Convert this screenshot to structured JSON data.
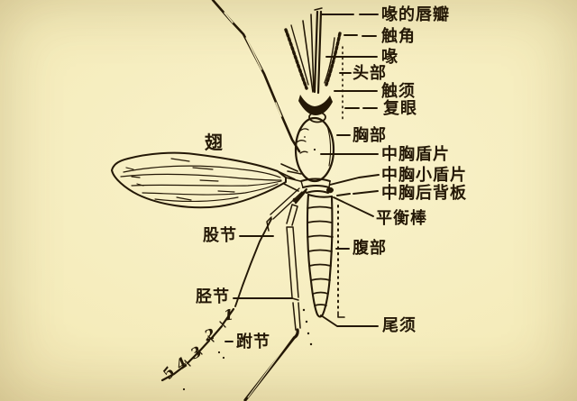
{
  "colors": {
    "paper": "#f5ecbb",
    "hi": "#f9f2cc",
    "edge": "#dfcb92",
    "ink": "#241806"
  },
  "labels": [
    {
      "id": "labella",
      "text": "喙的唇瓣"
    },
    {
      "id": "antenna",
      "text": "触角"
    },
    {
      "id": "proboscis",
      "text": "喙"
    },
    {
      "id": "head",
      "text": "头部"
    },
    {
      "id": "palpus",
      "text": "触须"
    },
    {
      "id": "compound-eye",
      "text": "复眼"
    },
    {
      "id": "thorax",
      "text": "胸部"
    },
    {
      "id": "mesoscutum",
      "text": "中胸盾片"
    },
    {
      "id": "mesoscutellum",
      "text": "中胸小盾片"
    },
    {
      "id": "postnotum",
      "text": "中胸后背板"
    },
    {
      "id": "haltere",
      "text": "平衡棒"
    },
    {
      "id": "abdomen",
      "text": "腹部"
    },
    {
      "id": "cercus",
      "text": "尾须"
    },
    {
      "id": "wing",
      "text": "翅"
    },
    {
      "id": "femur",
      "text": "股节"
    },
    {
      "id": "tibia",
      "text": "胫节"
    },
    {
      "id": "tarsus",
      "text": "跗节"
    }
  ],
  "tarsomere_numbers": [
    "1",
    "2",
    "3",
    "4",
    "5"
  ]
}
